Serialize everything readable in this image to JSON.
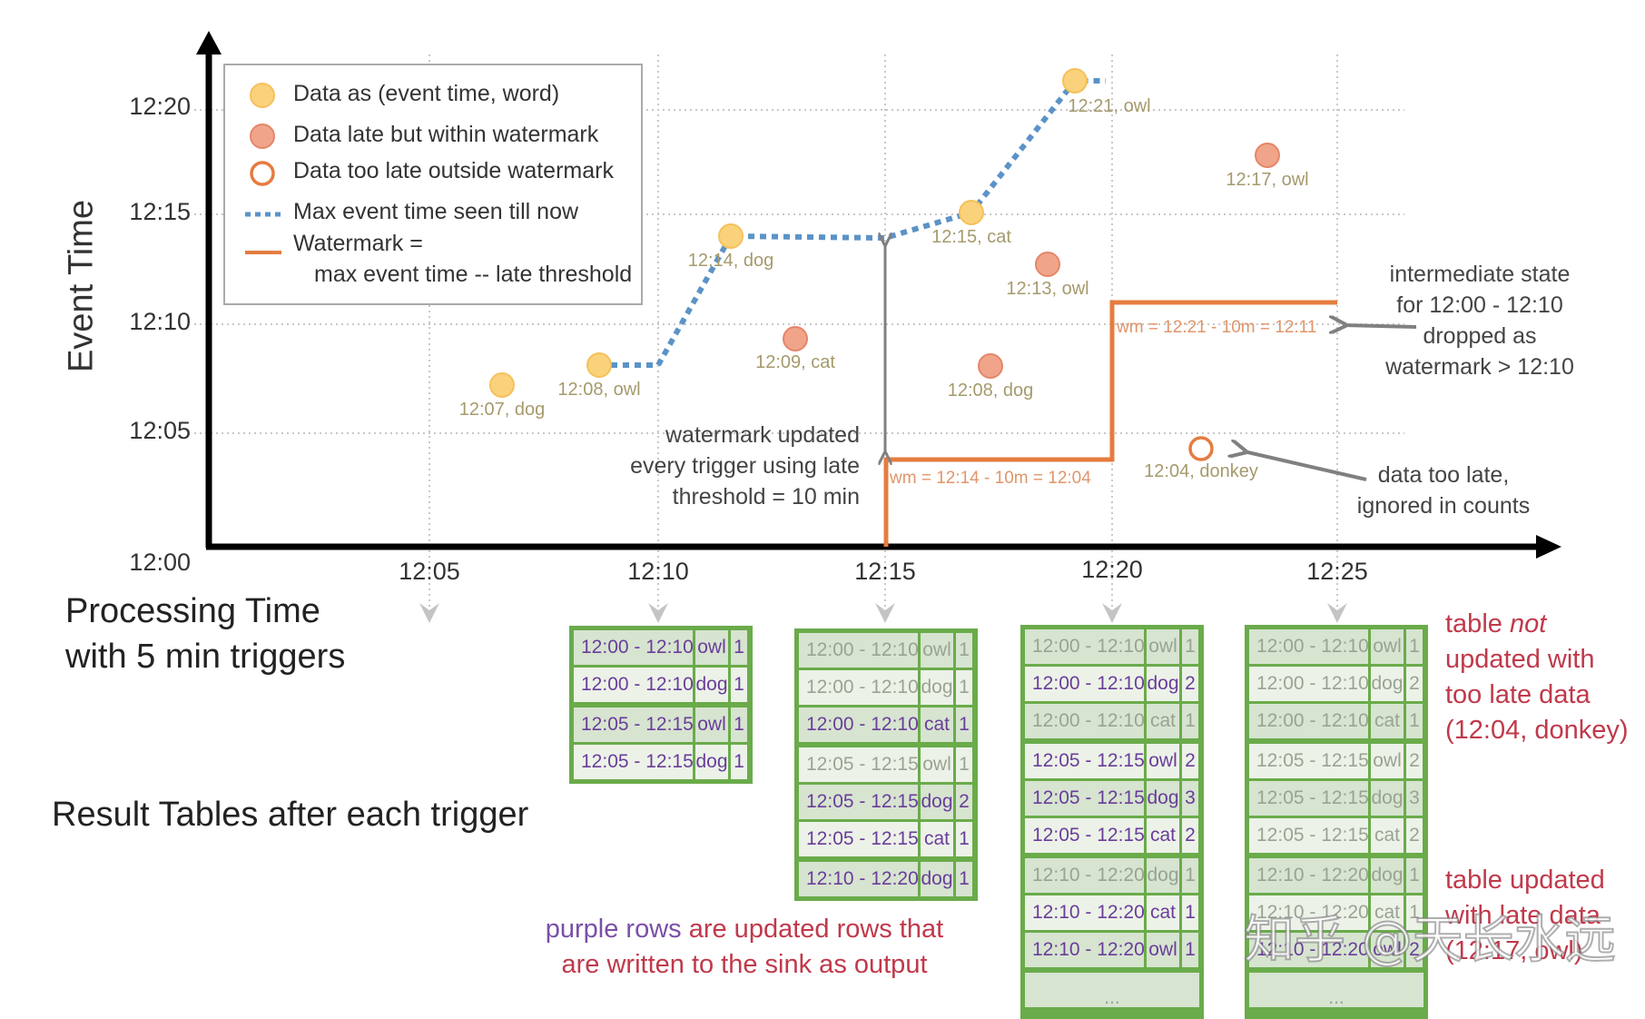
{
  "axes": {
    "y_title": "Event Time",
    "y_ticks": [
      "12:20",
      "12:15",
      "12:10",
      "12:05",
      "12:00"
    ],
    "x_ticks": [
      "12:05",
      "12:10",
      "12:15",
      "12:20",
      "12:25"
    ],
    "x_title_line1": "Processing Time",
    "x_title_line2": "with 5 min triggers"
  },
  "legend": {
    "on_time": "Data as (event time, word)",
    "late_within": "Data late but within watermark",
    "too_late": "Data too late outside watermark",
    "max_event": "Max event time seen till now",
    "watermark_line1": "Watermark =",
    "watermark_line2": "max event time -- late threshold"
  },
  "colors": {
    "on_time": "#fbd27c",
    "late_within": "#f0a58a",
    "too_late_outline": "#e57c3f",
    "max_event_line": "#5b93c7",
    "watermark_line": "#e57c3f",
    "table_border": "#6aab4a",
    "updated_text": "#6a3d9a",
    "note_red": "#c0394b"
  },
  "points": [
    {
      "label": "12:07, dog",
      "kind": "on_time"
    },
    {
      "label": "12:08, owl",
      "kind": "on_time"
    },
    {
      "label": "12:14, dog",
      "kind": "on_time"
    },
    {
      "label": "12:09, cat",
      "kind": "late_within"
    },
    {
      "label": "12:15, cat",
      "kind": "on_time"
    },
    {
      "label": "12:13, owl",
      "kind": "late_within"
    },
    {
      "label": "12:08, dog",
      "kind": "late_within"
    },
    {
      "label": "12:21, owl",
      "kind": "on_time"
    },
    {
      "label": "12:04, donkey",
      "kind": "too_late"
    },
    {
      "label": "12:17, owl",
      "kind": "late_within"
    }
  ],
  "watermark_labels": {
    "first": "wm = 12:14 - 10m = 12:04",
    "second": "wm = 12:21 - 10m = 12:11"
  },
  "notes": {
    "watermark_updated": [
      "watermark updated",
      "every trigger using late",
      "threshold = 10 min"
    ],
    "intermediate_state": [
      "intermediate state",
      "for 12:00 - 12:10",
      "dropped as",
      "watermark > 12:10"
    ],
    "too_late": [
      "data too late,",
      "ignored in counts"
    ],
    "result_tables": "Result Tables after each trigger",
    "purple_rows_a": "purple rows",
    "purple_rows_b": " are updated rows that",
    "purple_rows_c": "are written to the sink as output",
    "table_not_1": "table ",
    "table_not_em": "not",
    "table_not_2": "updated with",
    "table_not_3": "too late data",
    "table_not_4": "(12:04, donkey)",
    "table_updated_1": "table updated",
    "table_updated_2": "with late data",
    "table_updated_3": "(12:17, owl)"
  },
  "tables": [
    {
      "trigger": "12:10",
      "rows": [
        {
          "window": "12:00 - 12:10",
          "word": "owl",
          "count": "1",
          "updated": true
        },
        {
          "window": "12:00 - 12:10",
          "word": "dog",
          "count": "1",
          "updated": true
        },
        {
          "window": "12:05 - 12:15",
          "word": "owl",
          "count": "1",
          "updated": true
        },
        {
          "window": "12:05 - 12:15",
          "word": "dog",
          "count": "1",
          "updated": true
        }
      ]
    },
    {
      "trigger": "12:15",
      "rows": [
        {
          "window": "12:00 - 12:10",
          "word": "owl",
          "count": "1",
          "updated": false
        },
        {
          "window": "12:00 - 12:10",
          "word": "dog",
          "count": "1",
          "updated": false
        },
        {
          "window": "12:00 - 12:10",
          "word": "cat",
          "count": "1",
          "updated": true
        },
        {
          "window": "12:05 - 12:15",
          "word": "owl",
          "count": "1",
          "updated": false
        },
        {
          "window": "12:05 - 12:15",
          "word": "dog",
          "count": "2",
          "updated": true
        },
        {
          "window": "12:05 - 12:15",
          "word": "cat",
          "count": "1",
          "updated": true
        },
        {
          "window": "12:10 - 12:20",
          "word": "dog",
          "count": "1",
          "updated": true
        }
      ]
    },
    {
      "trigger": "12:20",
      "rows": [
        {
          "window": "12:00 - 12:10",
          "word": "owl",
          "count": "1",
          "updated": false
        },
        {
          "window": "12:00 - 12:10",
          "word": "dog",
          "count": "2",
          "updated": true
        },
        {
          "window": "12:00 - 12:10",
          "word": "cat",
          "count": "1",
          "updated": false
        },
        {
          "window": "12:05 - 12:15",
          "word": "owl",
          "count": "2",
          "updated": true
        },
        {
          "window": "12:05 - 12:15",
          "word": "dog",
          "count": "3",
          "updated": true
        },
        {
          "window": "12:05 - 12:15",
          "word": "cat",
          "count": "2",
          "updated": true
        },
        {
          "window": "12:10 - 12:20",
          "word": "dog",
          "count": "1",
          "updated": false
        },
        {
          "window": "12:10 - 12:20",
          "word": "cat",
          "count": "1",
          "updated": true
        },
        {
          "window": "12:10 - 12:20",
          "word": "owl",
          "count": "1",
          "updated": true
        }
      ],
      "more": "..."
    },
    {
      "trigger": "12:25",
      "rows": [
        {
          "window": "12:00 - 12:10",
          "word": "owl",
          "count": "1",
          "updated": false
        },
        {
          "window": "12:00 - 12:10",
          "word": "dog",
          "count": "2",
          "updated": false
        },
        {
          "window": "12:00 - 12:10",
          "word": "cat",
          "count": "1",
          "updated": false
        },
        {
          "window": "12:05 - 12:15",
          "word": "owl",
          "count": "2",
          "updated": false
        },
        {
          "window": "12:05 - 12:15",
          "word": "dog",
          "count": "3",
          "updated": false
        },
        {
          "window": "12:05 - 12:15",
          "word": "cat",
          "count": "2",
          "updated": false
        },
        {
          "window": "12:10 - 12:20",
          "word": "dog",
          "count": "1",
          "updated": false
        },
        {
          "window": "12:10 - 12:20",
          "word": "cat",
          "count": "1",
          "updated": false
        },
        {
          "window": "12:10 - 12:20",
          "word": "owl",
          "count": "2",
          "updated": true
        }
      ],
      "more": "..."
    }
  ],
  "site_watermark": "知乎 @天长水远"
}
